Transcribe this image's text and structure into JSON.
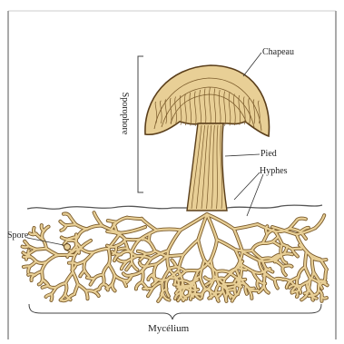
{
  "labels": {
    "chapeau": "Chapeau",
    "pied": "Pied",
    "hyphes": "Hyphes",
    "spore": "Spore",
    "mycelium": "Mycélium",
    "sporophore": "Sporophore"
  },
  "colors": {
    "hypha_fill": "#e8cf96",
    "hypha_stroke": "#7a5a2a",
    "ink": "#222222",
    "frame": "#444444"
  }
}
